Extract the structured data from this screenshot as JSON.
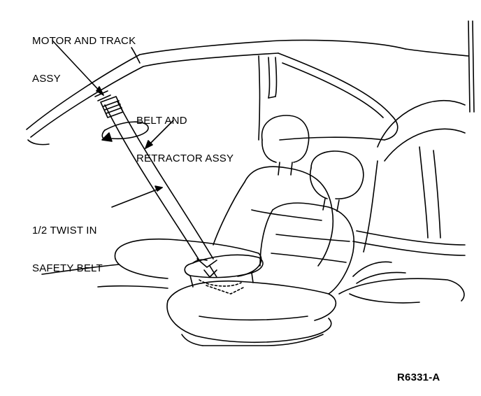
{
  "labels": {
    "motor_track": [
      "MOTOR AND TRACK",
      "ASSY"
    ],
    "belt_retractor": [
      "BELT AND",
      "RETRACTOR ASSY"
    ],
    "twist": [
      "1/2 TWIST IN",
      "SAFETY BELT"
    ],
    "figure_id": "R6331-A"
  },
  "colors": {
    "ink": "#000000",
    "paper": "#ffffff"
  }
}
